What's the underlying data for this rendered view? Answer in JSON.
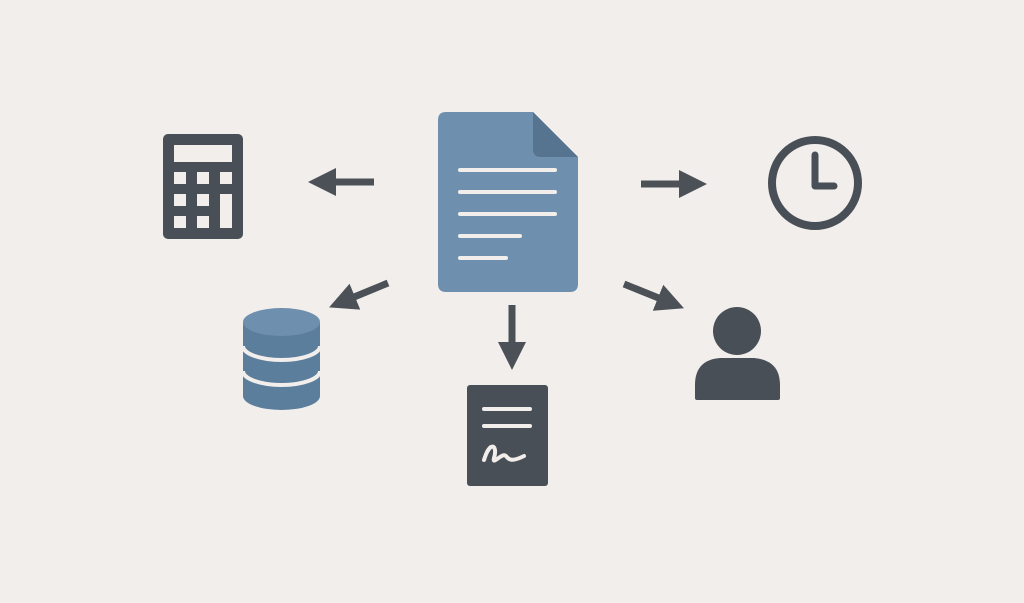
{
  "diagram": {
    "type": "document-flow",
    "center": {
      "icon": "document-icon"
    },
    "targets": [
      {
        "icon": "calculator-icon",
        "direction": "left"
      },
      {
        "icon": "clock-icon",
        "direction": "right"
      },
      {
        "icon": "database-icon",
        "direction": "down-left"
      },
      {
        "icon": "signed-document-icon",
        "direction": "down"
      },
      {
        "icon": "user-icon",
        "direction": "down-right"
      }
    ]
  },
  "colors": {
    "background": "#f2eeeb",
    "document": "#6f8fae",
    "document_fold": "#56738f",
    "database": "#5c7e9d",
    "icon_dark": "#494f56",
    "arrow": "#4b5157",
    "line": "#f2eeeb"
  }
}
